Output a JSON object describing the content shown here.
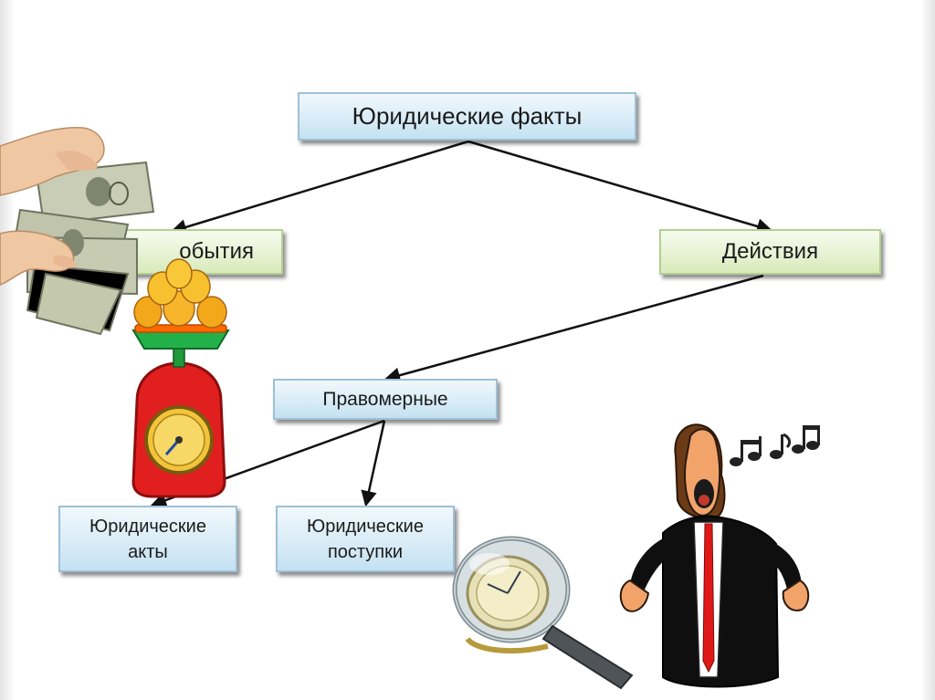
{
  "diagram": {
    "root": "Юридические факты",
    "events": "обытия",
    "actions": "Действия",
    "lawful": "Правомерные",
    "legal_acts": [
      "Юридические",
      "акты"
    ],
    "legal_deeds": [
      "Юридические",
      "поступки"
    ]
  },
  "illustrations": {
    "money_hand": "money-in-hand-icon",
    "fruit_scale": "fruit-scale-icon",
    "magnifier": "magnifying-glass-watch-icon",
    "singer": "singing-man-icon"
  },
  "colors": {
    "blue_box": "#d9ecf7",
    "green_box": "#e7f2d4",
    "arrow": "#111111"
  }
}
